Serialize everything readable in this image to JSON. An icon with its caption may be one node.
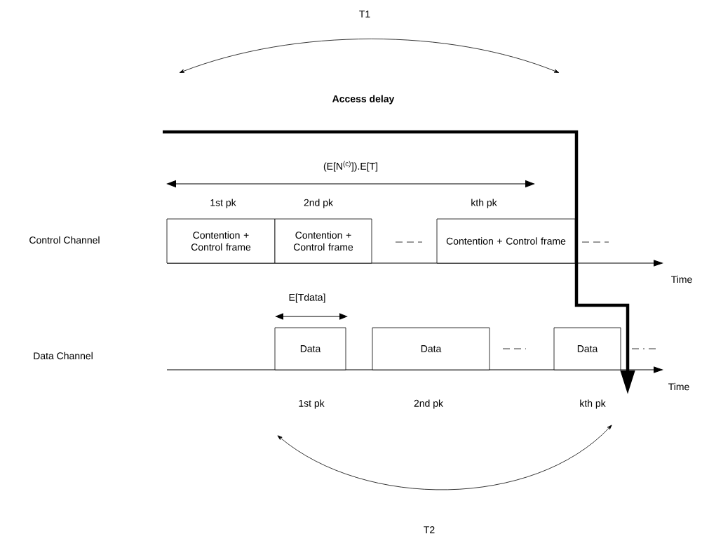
{
  "diagram": {
    "nodes": [
      {
        "text": [
          "Contention + Control frame"
        ],
        "beside": [
          "1st pk"
        ]
      },
      {
        "text": [
          "Contention + Control frame"
        ],
        "beside": [
          "2nd pk"
        ]
      },
      {
        "text": [
          "Contention + Control frame"
        ],
        "beside": [
          "kth pk"
        ]
      },
      {
        "text": [
          "Data"
        ],
        "beside": [
          "1st pk"
        ]
      },
      {
        "text": [
          "Data"
        ],
        "beside": [
          "2nd pk"
        ]
      },
      {
        "text": [
          "Data"
        ],
        "beside": [
          "kth pk"
        ]
      }
    ],
    "labels": [
      "T1",
      "**Access delay**",
      "(E[N$^{(c)}$]).E[T]",
      "Control Channel",
      "Time",
      "E[Tdata]",
      "Data Channel",
      "Time",
      "T2"
    ]
  }
}
